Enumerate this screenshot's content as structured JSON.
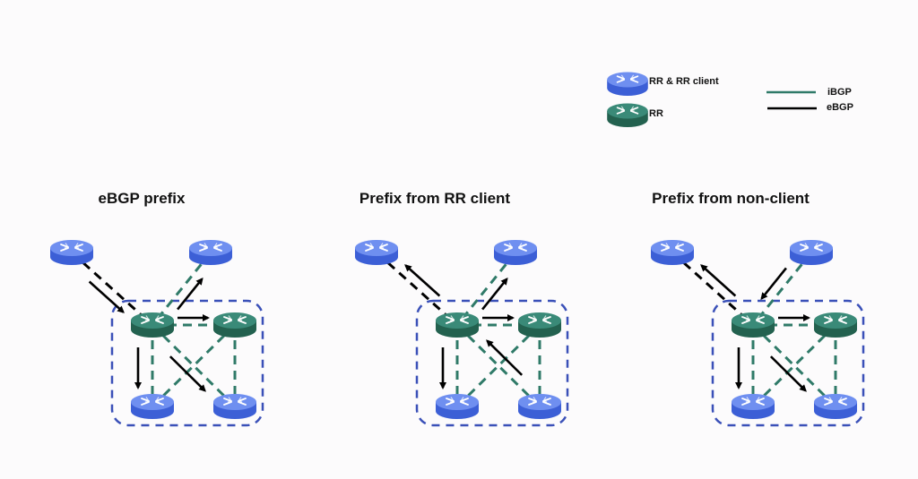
{
  "legend": {
    "router_types": [
      {
        "label": "RR & RR client",
        "kind": "client"
      },
      {
        "label": "RR",
        "kind": "rr"
      }
    ],
    "links": [
      {
        "label": "iBGP",
        "kind": "ibgp"
      },
      {
        "label": "eBGP",
        "kind": "ebgp"
      }
    ]
  },
  "colors": {
    "client_top": "#6f8ff0",
    "client_side": "#3c5fd6",
    "rr_top": "#3a8a78",
    "rr_side": "#23614f",
    "ibgp": "#2f7a68",
    "ebgp": "#000000",
    "cluster": "#3a50b8"
  },
  "panels": [
    {
      "title": "eBGP prefix",
      "arrows": [
        {
          "from": "tl",
          "to": "rr1"
        },
        {
          "from": "rr1",
          "to": "tr"
        },
        {
          "from": "rr1",
          "to": "rr2"
        },
        {
          "from": "rr1",
          "to": "bl"
        },
        {
          "from": "rr1",
          "to": "br"
        }
      ]
    },
    {
      "title": "Prefix from RR client",
      "arrows": [
        {
          "from": "rr1",
          "to": "tl"
        },
        {
          "from": "rr1",
          "to": "tr"
        },
        {
          "from": "rr1",
          "to": "rr2"
        },
        {
          "from": "rr1",
          "to": "bl"
        },
        {
          "from": "br",
          "to": "rr1"
        }
      ]
    },
    {
      "title": "Prefix from non-client",
      "arrows": [
        {
          "from": "rr1",
          "to": "tl"
        },
        {
          "from": "tr",
          "to": "rr1"
        },
        {
          "from": "rr1",
          "to": "rr2"
        },
        {
          "from": "rr1",
          "to": "bl"
        },
        {
          "from": "rr1",
          "to": "br"
        }
      ]
    }
  ],
  "nodes": [
    {
      "id": "tl",
      "kind": "client",
      "role": "external-peer"
    },
    {
      "id": "tr",
      "kind": "client",
      "role": "non-client"
    },
    {
      "id": "rr1",
      "kind": "rr",
      "role": "route-reflector"
    },
    {
      "id": "rr2",
      "kind": "rr",
      "role": "route-reflector"
    },
    {
      "id": "bl",
      "kind": "client",
      "role": "rr-client"
    },
    {
      "id": "br",
      "kind": "client",
      "role": "rr-client"
    }
  ],
  "sessions": [
    {
      "a": "tl",
      "b": "rr1",
      "type": "ebgp"
    },
    {
      "a": "tr",
      "b": "rr1",
      "type": "ibgp"
    },
    {
      "a": "rr1",
      "b": "rr2",
      "type": "ibgp"
    },
    {
      "a": "rr1",
      "b": "bl",
      "type": "ibgp"
    },
    {
      "a": "rr1",
      "b": "br",
      "type": "ibgp"
    },
    {
      "a": "rr2",
      "b": "bl",
      "type": "ibgp"
    },
    {
      "a": "rr2",
      "b": "br",
      "type": "ibgp"
    }
  ]
}
